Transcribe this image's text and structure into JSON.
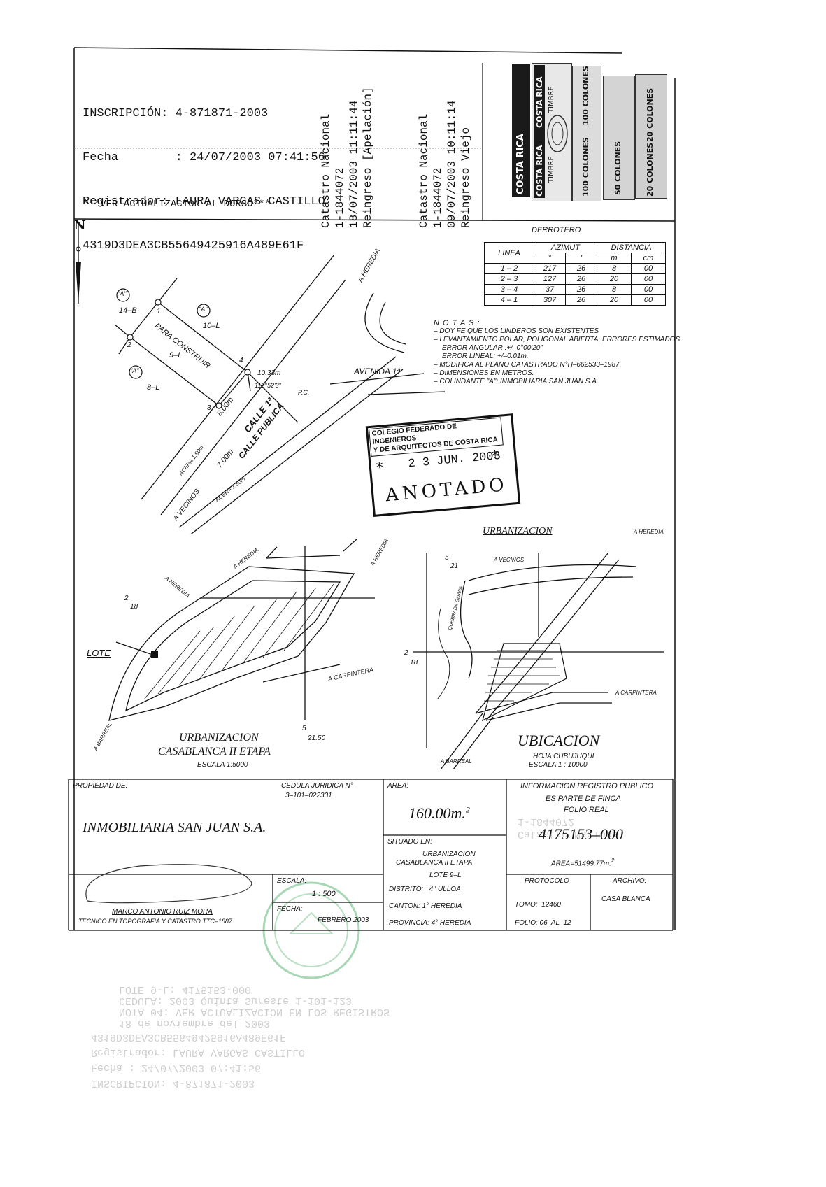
{
  "inscripcion": {
    "line1": "INSCRIPCIÓN: 4-871871-2003",
    "line2": "Fecha        : 24/07/2003 07:41:56",
    "line3": "Registrador: LAURA VARGAS CASTILLO",
    "line4": "4319D3DEA3CB55649425916A489E61F",
    "ver_dorso": "***VER ACTUALIZACION AL DORSO***"
  },
  "catastro_1": {
    "l1": "Catastro Nacional",
    "l2": "1-1844072",
    "l3": "18/07/2003 11:11:44",
    "l4": "Reingreso [Apelación]"
  },
  "catastro_2": {
    "l1": "Catastro Nacional",
    "l2": "1-1844072",
    "l3": "09/07/2003 10:11:14",
    "l4": "Reingreso Viejo"
  },
  "stamps": {
    "brand": "COSTA RICA",
    "timbre": "TIMBRE",
    "v100": "100 COLONES",
    "v50": "50 COLONES",
    "v20": "20 COLONES"
  },
  "derrotero": {
    "title": "DERROTERO",
    "headers": [
      "LINEA",
      "AZIMUT",
      "DISTANCIA"
    ],
    "subheaders": [
      "",
      "°",
      "'",
      "m",
      "cm"
    ],
    "rows": [
      [
        "1 – 2",
        "217",
        "26",
        "8",
        "00"
      ],
      [
        "2 – 3",
        "127",
        "26",
        "20",
        "00"
      ],
      [
        "3 – 4",
        "37",
        "26",
        "8",
        "00"
      ],
      [
        "4 – 1",
        "307",
        "26",
        "20",
        "00"
      ]
    ]
  },
  "notas": {
    "title": "N O T A S :",
    "n1": "– DOY FE QUE LOS LINDEROS SON EXISTENTES",
    "n2": "– LEVANTAMIENTO POLAR, POLIGONAL ABIERTA, ERRORES ESTIMADOS.",
    "n3": "ERROR ANGULAR :+/–0°00'20\"",
    "n4": "ERROR LINEAL: +/–0.01m.",
    "n5": "– MODIFICA AL PLANO CATASTRADO N°H–662533–1987.",
    "n6": "– DIMENSIONES EN METROS.",
    "n7": "– COLINDANTE \"A\": INMOBILIARIA SAN JUAN S.A."
  },
  "sello": {
    "line1": "COLEGIO FEDERADO DE INGENIEROS",
    "line2": "Y DE ARQUITECTOS DE COSTA RICA",
    "date": "2 3 JUN. 2003",
    "star": "*",
    "anotado": "ANOTADO"
  },
  "plan": {
    "north": "N",
    "a_heredia": "A HEREDIA",
    "avenida": "AVENIDA 1ª",
    "para_construir": "PARA CONSTRUIR",
    "calle1": "CALLE 1ª",
    "calle_publica": "CALLE PUBLICA",
    "lot_14b": "14–B",
    "lot_10l": "10–L",
    "lot_9l": "9–L",
    "lot_8l": "8–L",
    "marker_a": "\"A\"",
    "p1": "1",
    "p2": "2",
    "p3": "3",
    "p4": "4",
    "dim_8": "8.00m",
    "dim_10": "10.33m",
    "angle": "112°52'3\"",
    "pc": "P.C.",
    "dim_7": "7.00m",
    "acera1": "ACERA 1.50m",
    "acera2": "ACERA 1.50m",
    "vecinos": "A VECINOS"
  },
  "urb_map": {
    "a_heredia1": "A HEREDIA",
    "a_heredia2": "A HEREDIA",
    "a_heredia3": "A HEREDIA",
    "a_carpintera": "A CARPINTERA",
    "a_barreal": "A BARREAL",
    "lote": "LOTE",
    "grid_2": "2",
    "grid_18": "18",
    "grid_5": "5",
    "grid_2150": "21.50",
    "title1": "URBANIZACION",
    "title2": "CASABLANCA II ETAPA",
    "escala": "ESCALA 1:5000"
  },
  "ubic_map": {
    "urbanizacion": "URBANIZACION",
    "a_heredia": "A HEREDIA",
    "a_vecinos": "A VECINOS",
    "quebrada": "QUEBRADA GUAPA",
    "a_carpintera": "A CARPINTERA",
    "a_barreal": "A BARREAL",
    "grid_5": "5",
    "grid_21": "21",
    "grid_2": "2",
    "grid_18": "18",
    "title": "UBICACION",
    "hoja": "HOJA CUBUJUQUI",
    "escala": "ESCALA 1 : 10000"
  },
  "titleblock": {
    "propiedad_label": "PROPIEDAD DE:",
    "cedula_label": "CEDULA JURIDICA N°",
    "cedula_value": "3–101–022331",
    "owner": "INMOBILIARIA SAN JUAN S.A.",
    "area_label": "AREA:",
    "area_value": "160.00m.",
    "area_sup": "2",
    "situado_label": "SITUADO EN:",
    "situado_1": "URBANIZACION",
    "situado_2": "CASABLANCA II ETAPA",
    "situado_3": "LOTE 9–L",
    "distrito": "DISTRITO:   4° ULLOA",
    "canton": "CANTON: 1° HEREDIA",
    "provincia": "PROVINCIA: 4° HEREDIA",
    "info_1": "INFORMACION REGISTRO PUBLICO",
    "info_2": "ES PARTE DE FINCA",
    "info_3": "FOLIO REAL",
    "folio": "4175153–000",
    "area_finca": "AREA=51499.77m.",
    "area_finca_sup": "2",
    "protocolo": "PROTOCOLO",
    "archivo": "ARCHIVO:",
    "casa_blanca": "CASA BLANCA",
    "tomo": "TOMO:  12460",
    "folio_pages": "FOLIO: 06  AL  12",
    "escala_label": "ESCALA:",
    "escala_value": "1 : 500",
    "fecha_label": "FECHA:",
    "fecha_value": "FEBRERO 2003",
    "tecnico_name": "MARCO ANTONIO RUIZ MORA",
    "tecnico_title": "TECNICO EN TOPOGRAFIA Y CATASTRO TTC–1887"
  },
  "bleed": {
    "b1": "INSCRIPCION: 4-871871-2003",
    "b2": "Fecha        : 24/07/2003 07:41:56",
    "b3": "Registrador: LAURA VARGAS CASTILLO",
    "b4": "4319D3DEA3CB55649425916A489E61F",
    "b5": "18 de noviembre del 2003",
    "b6": "NOTA 04: VER ACTUALIZACION EN LOS REGISTROS",
    "b7": "CEDULA: 2003 Quinta Sureste 1-101-123",
    "b8": "LOTE 9-L: 4175153-000",
    "b9": "Catastro Nacional",
    "b10": "1-1844072"
  }
}
